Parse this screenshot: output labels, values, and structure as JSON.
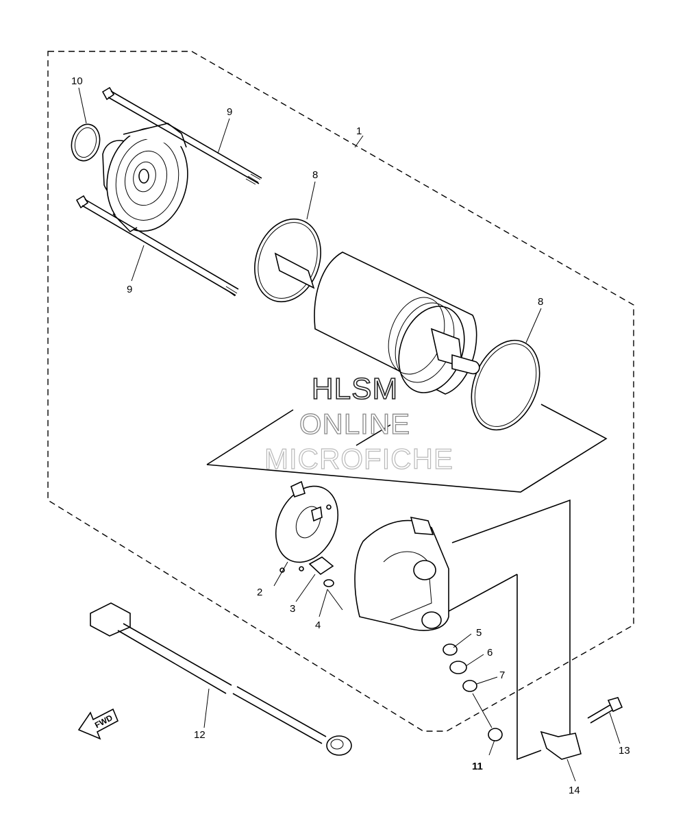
{
  "watermark": {
    "line1": "HLSM",
    "line2": "ONLINE",
    "line3": "MICROFICHE"
  },
  "direction_label": "FWD",
  "callouts": [
    {
      "id": "1",
      "label": "1"
    },
    {
      "id": "2",
      "label": "2"
    },
    {
      "id": "3",
      "label": "3"
    },
    {
      "id": "4",
      "label": "4"
    },
    {
      "id": "5",
      "label": "5"
    },
    {
      "id": "6",
      "label": "6"
    },
    {
      "id": "7",
      "label": "7"
    },
    {
      "id": "8a",
      "label": "8"
    },
    {
      "id": "8b",
      "label": "8"
    },
    {
      "id": "9a",
      "label": "9"
    },
    {
      "id": "9b",
      "label": "9"
    },
    {
      "id": "10",
      "label": "10"
    },
    {
      "id": "11",
      "label": "11"
    },
    {
      "id": "12",
      "label": "12"
    },
    {
      "id": "13",
      "label": "13"
    },
    {
      "id": "14",
      "label": "14"
    }
  ]
}
